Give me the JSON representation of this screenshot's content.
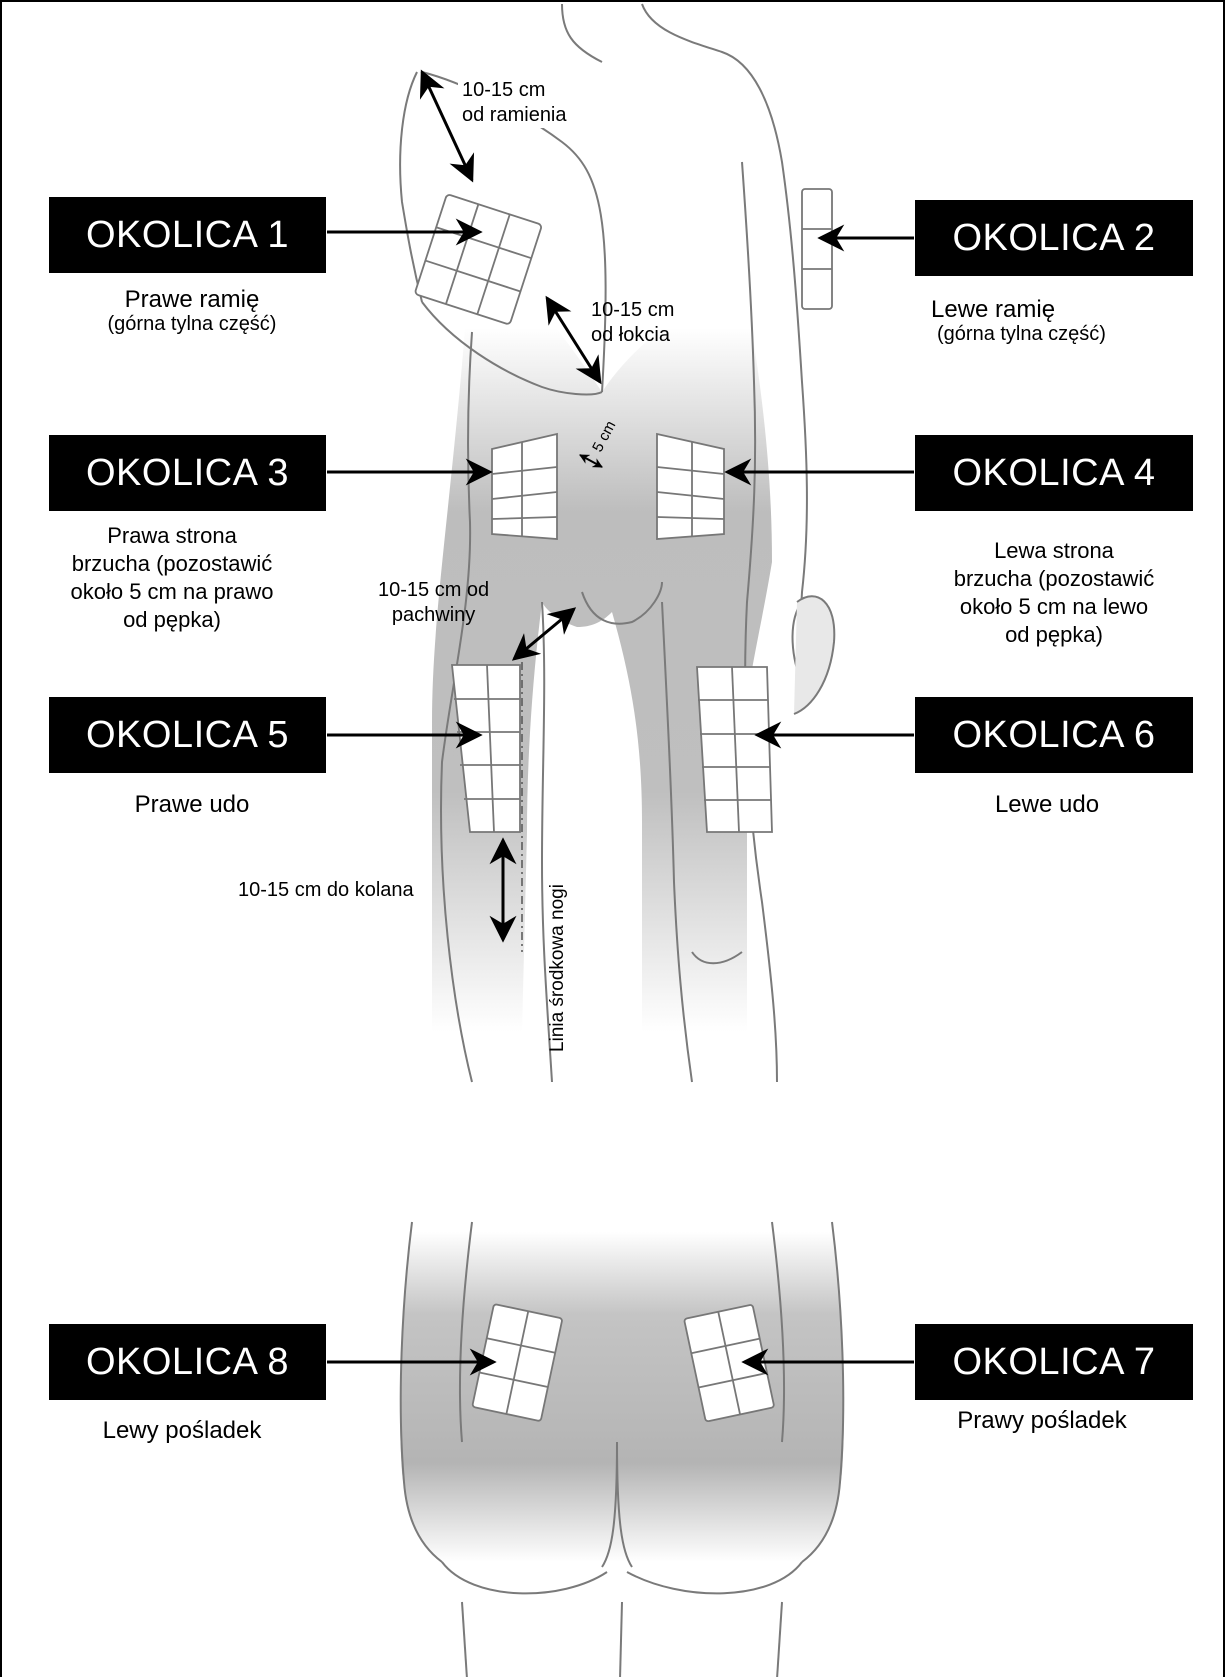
{
  "regions": [
    {
      "label": "OKOLICA 1",
      "line1": "Prawe ramię",
      "line2": "(górna tylna część)"
    },
    {
      "label": "OKOLICA 2",
      "line1": "Lewe ramię",
      "line2": "(górna tylna część)"
    },
    {
      "label": "OKOLICA 3",
      "lines": [
        "Prawa strona",
        "brzucha (pozostawić",
        "około 5 cm na prawo",
        "od pępka)"
      ]
    },
    {
      "label": "OKOLICA 4",
      "lines": [
        "Lewa strona",
        "brzucha (pozostawić",
        "około 5 cm na lewo",
        "od pępka)"
      ]
    },
    {
      "label": "OKOLICA 5",
      "line1": "Prawe udo"
    },
    {
      "label": "OKOLICA 6",
      "line1": "Lewe udo"
    },
    {
      "label": "OKOLICA 7",
      "line1": "Prawy pośladek"
    },
    {
      "label": "OKOLICA 8",
      "line1": "Lewy pośladek"
    }
  ],
  "measurements": {
    "shoulder": [
      "10-15 cm",
      "od ramienia"
    ],
    "elbow": [
      "10-15 cm",
      "od łokcia"
    ],
    "navel": "5 cm",
    "groin": [
      "10-15 cm od",
      "pachwiny"
    ],
    "knee": "10-15 cm do kolana",
    "midline": "Linia środkowa nogi"
  },
  "colors": {
    "label_bg": "#000000",
    "label_text": "#ffffff",
    "body_shade": "#b5b5b5",
    "outline": "#7a7a7a"
  }
}
